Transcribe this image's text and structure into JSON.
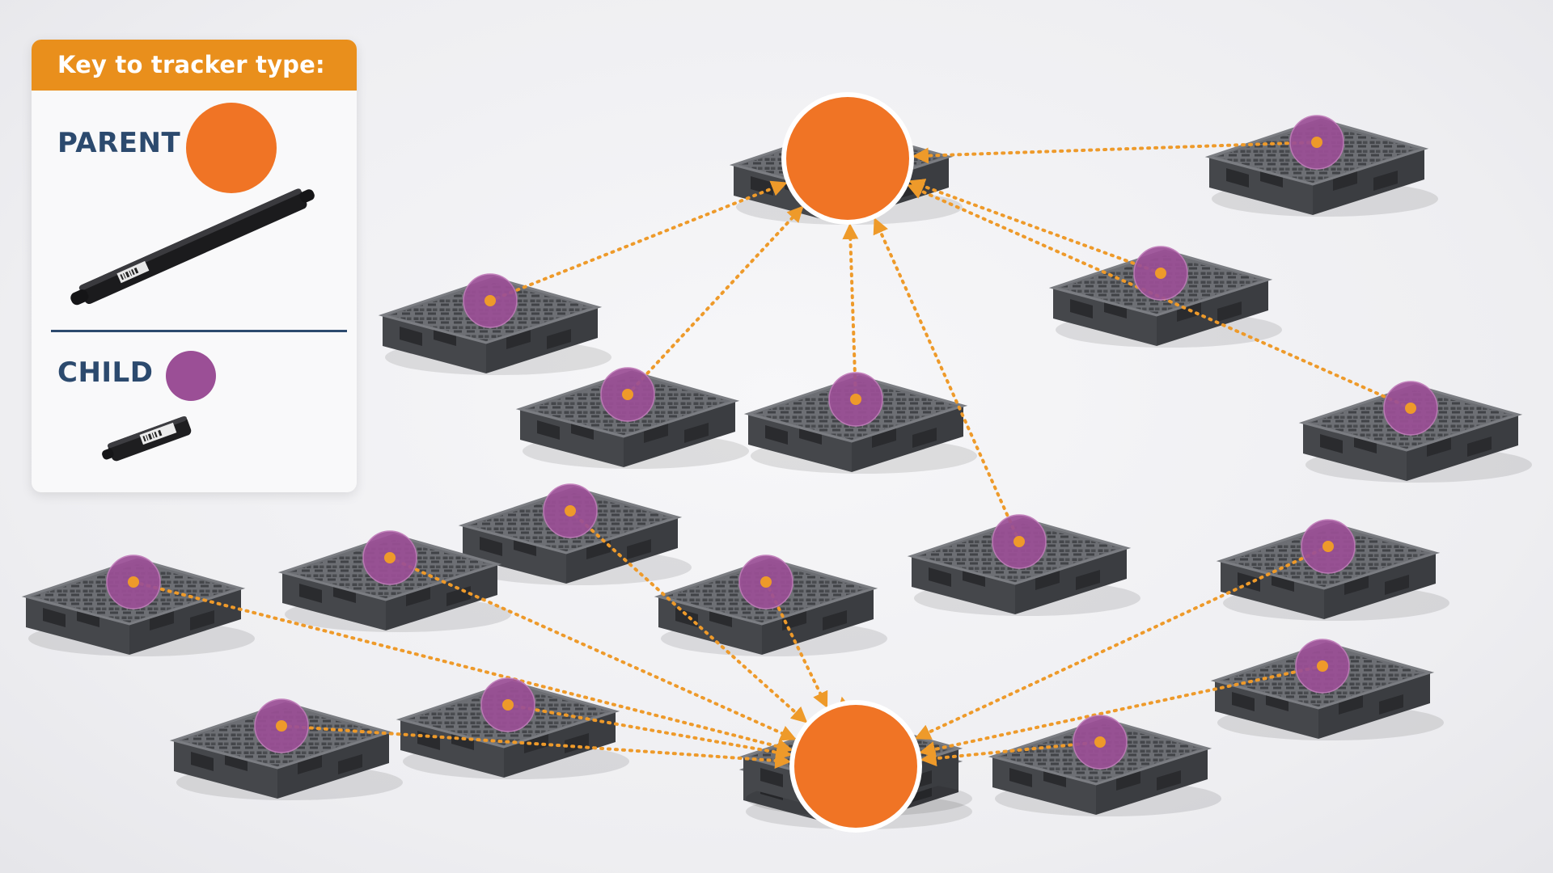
{
  "key": {
    "title": "Key to tracker type:",
    "parent_label": "PARENT",
    "child_label": "CHILD",
    "parent_color": "#f07425",
    "child_color": "#9b4f96"
  },
  "colors": {
    "link": "#ee9a2a",
    "pallet": "#5a5c61",
    "pallet_top": "#6c6e73",
    "pallet_side": "#45474b",
    "background": "#efeff2"
  },
  "parents": [
    {
      "id": "P1"
    },
    {
      "id": "P2"
    }
  ],
  "children": [
    {
      "id": "C1",
      "parent": "P1"
    },
    {
      "id": "C2",
      "parent": "P1"
    },
    {
      "id": "C3",
      "parent": "P1"
    },
    {
      "id": "C4",
      "parent": "P1"
    },
    {
      "id": "C5",
      "parent": "P1"
    },
    {
      "id": "C6",
      "parent": "P1"
    },
    {
      "id": "C7",
      "parent": "P1"
    },
    {
      "id": "C8",
      "parent": "P2"
    },
    {
      "id": "C9",
      "parent": "P2"
    },
    {
      "id": "C10",
      "parent": "P2"
    },
    {
      "id": "C11",
      "parent": "P2"
    },
    {
      "id": "C12",
      "parent": "P2"
    },
    {
      "id": "C13",
      "parent": "P2"
    },
    {
      "id": "C14",
      "parent": "P2"
    },
    {
      "id": "C15",
      "parent": "P2"
    },
    {
      "id": "C16",
      "parent": "P2"
    },
    {
      "id": "C17",
      "parent": "P2"
    }
  ]
}
